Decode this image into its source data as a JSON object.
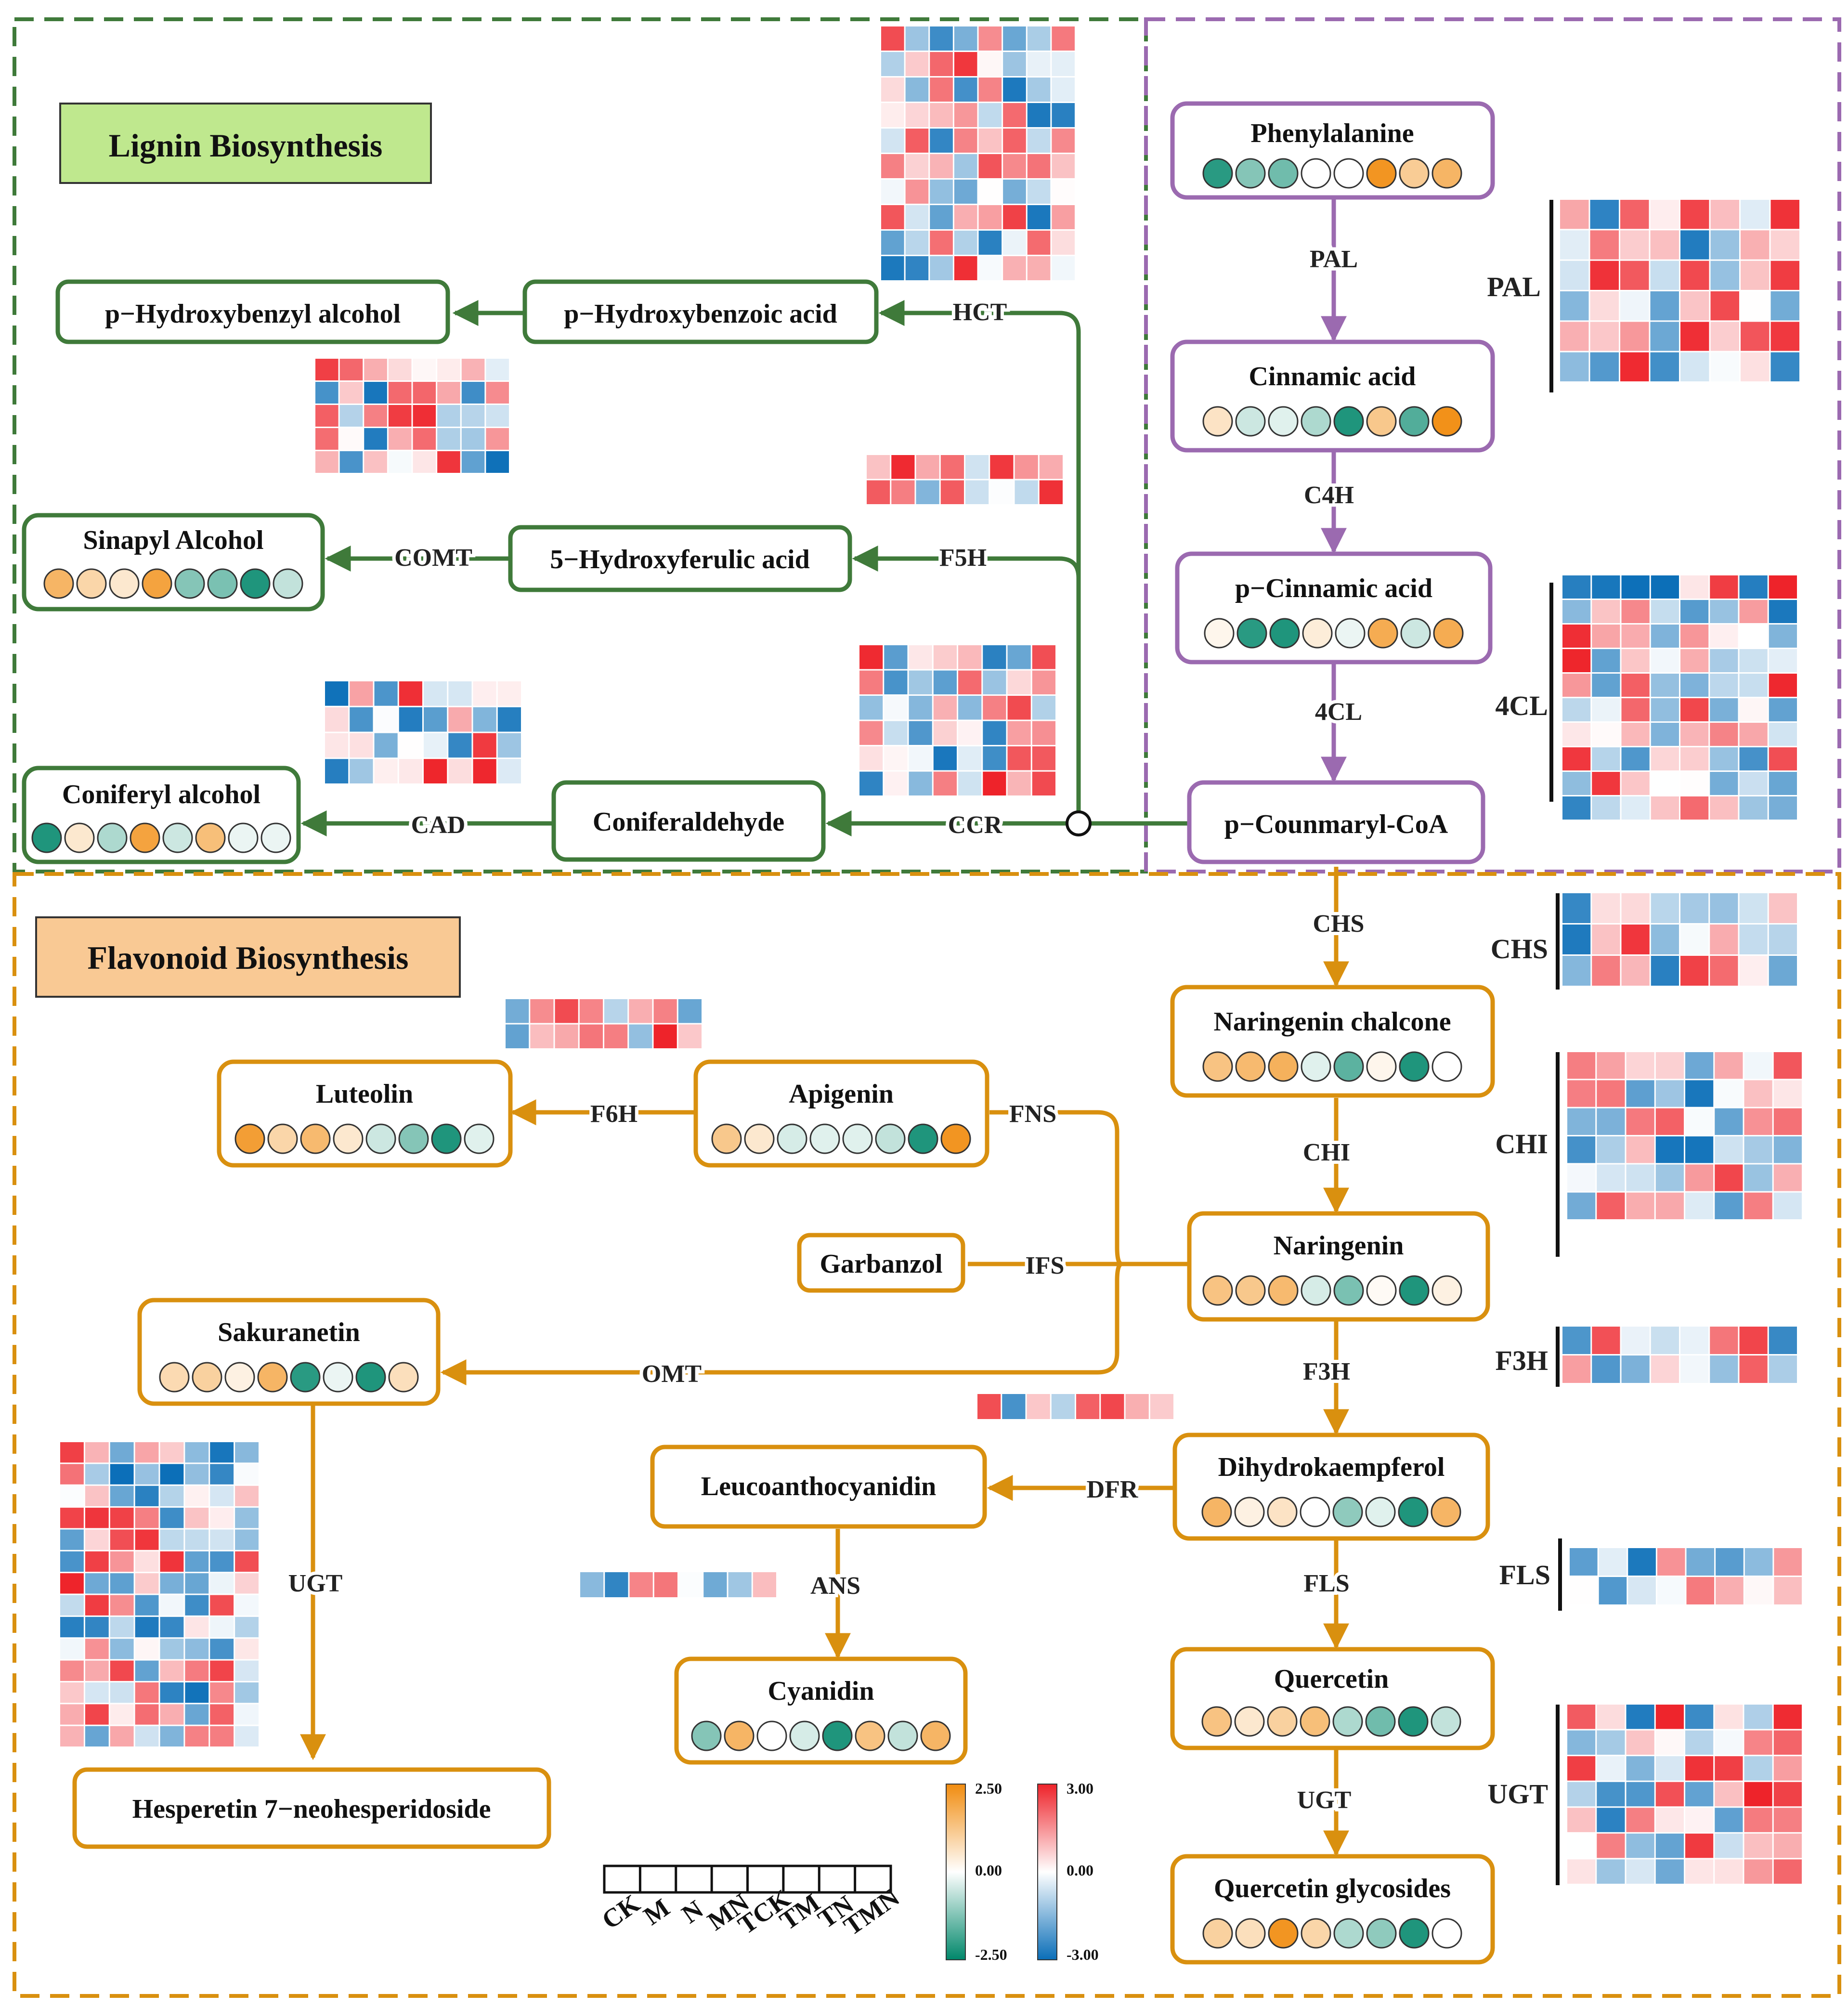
{
  "colors": {
    "lignin": "#3f7a3a",
    "phenyl": "#9b6ab0",
    "flavonoid": "#d9900f",
    "lignin_title_bg": "#bfe88e",
    "flavonoid_title_bg": "#f9c994",
    "metab_low": "#00876a",
    "metab_mid": "#ffffff",
    "metab_high": "#f18c0f",
    "gene_low": "#0a6eb8",
    "gene_mid": "#ffffff",
    "gene_high": "#ee2229"
  },
  "sections": {
    "lignin_title": "Lignin Biosynthesis",
    "flavonoid_title": "Flavonoid Biosynthesis"
  },
  "samples": [
    "CK",
    "M",
    "N",
    "MN",
    "TCK",
    "TM",
    "TN",
    "TMN"
  ],
  "legend": {
    "metabolite_scale": [
      "2.50",
      "0.00",
      "-2.50"
    ],
    "gene_scale": [
      "3.00",
      "0.00",
      "-3.00"
    ]
  },
  "nodes": {
    "phenylalanine": "Phenylalanine",
    "cinnamic": "Cinnamic acid",
    "pcinnamic": "p−Cinnamic acid",
    "pcoumaryl": "p−Counmaryl-CoA",
    "hydroxybenzyl": "p−Hydroxybenzyl alcohol",
    "hydroxybenzoic": "p−Hydroxybenzoic acid",
    "sinapyl": "Sinapyl Alcohol",
    "hydroxyferulic": "5−Hydroxyferulic acid",
    "coniferyl": "Coniferyl alcohol",
    "coniferaldehyde": "Coniferaldehyde",
    "naringenin_chalcone": "Naringenin chalcone",
    "naringenin": "Naringenin",
    "dihydrokaempferol": "Dihydrokaempferol",
    "quercetin": "Quercetin",
    "quercetin_glycosides": "Quercetin glycosides",
    "luteolin": "Luteolin",
    "apigenin": "Apigenin",
    "garbanzol": "Garbanzol",
    "sakuranetin": "Sakuranetin",
    "hesperetin": "Hesperetin 7−neohesperidoside",
    "leucoanthocyanidin": "Leucoanthocyanidin",
    "cyanidin": "Cyanidin"
  },
  "enzymes": {
    "pal": "PAL",
    "c4h": "C4H",
    "fourcl": "4CL",
    "hct": "HCT",
    "f5h": "F5H",
    "comt": "COMT",
    "ccr": "CCR",
    "cad": "CAD",
    "chs": "CHS",
    "chi": "CHI",
    "f3h": "F3H",
    "fls": "FLS",
    "ugt": "UGT",
    "fns": "FNS",
    "ifs": "IFS",
    "omt": "OMT",
    "f6h": "F6H",
    "dfr": "DFR",
    "ans": "ANS"
  },
  "heatmap_labels": {
    "pal": "PAL",
    "fourcl": "4CL",
    "chs": "CHS",
    "chi": "CHI",
    "f3h": "F3H",
    "fls": "FLS",
    "ugt": "UGT"
  },
  "metabolite_levels": {
    "phenylalanine": [
      -2.1,
      -1.2,
      -1.4,
      0,
      0,
      2.3,
      1.1,
      1.6
    ],
    "cinnamic": [
      0.6,
      -0.5,
      -0.3,
      -0.8,
      -2.2,
      1.2,
      -1.7,
      2.4
    ],
    "pcinnamic": [
      0.2,
      -2.1,
      -2.2,
      0.4,
      -0.2,
      1.8,
      -0.5,
      1.8
    ],
    "sinapyl": [
      1.6,
      0.9,
      0.5,
      2.0,
      -1.2,
      -1.3,
      -2.2,
      -0.6
    ],
    "coniferyl": [
      -2.2,
      0.5,
      -0.8,
      2.0,
      -0.5,
      1.4,
      -0.2,
      -0.2
    ],
    "naringenin_chalcone": [
      1.3,
      1.5,
      1.7,
      -0.3,
      -1.6,
      0.2,
      -2.2,
      0
    ],
    "naringenin": [
      1.3,
      1.2,
      1.5,
      -0.4,
      -1.3,
      0.1,
      -2.2,
      0.3
    ],
    "dihydrokaempferol": [
      1.6,
      0.3,
      0.6,
      0,
      -1.1,
      -0.3,
      -2.2,
      1.6
    ],
    "quercetin": [
      1.3,
      0.5,
      1.0,
      1.4,
      -0.8,
      -1.4,
      -2.2,
      -0.6
    ],
    "quercetin_glycosides": [
      1.0,
      0.7,
      2.3,
      0.9,
      -0.8,
      -1.1,
      -2.2,
      0
    ],
    "luteolin": [
      2.1,
      0.9,
      1.5,
      0.5,
      -0.5,
      -1.2,
      -2.2,
      -0.3
    ],
    "apigenin": [
      1.2,
      0.5,
      -0.4,
      -0.3,
      -0.3,
      -0.6,
      -2.2,
      2.3
    ],
    "sakuranetin": [
      0.8,
      1.0,
      0.3,
      1.6,
      -2.1,
      -0.2,
      -2.2,
      0.7
    ],
    "cyanidin": [
      -1.2,
      1.6,
      0,
      -0.4,
      -2.2,
      1.3,
      -0.6,
      1.6
    ]
  }
}
